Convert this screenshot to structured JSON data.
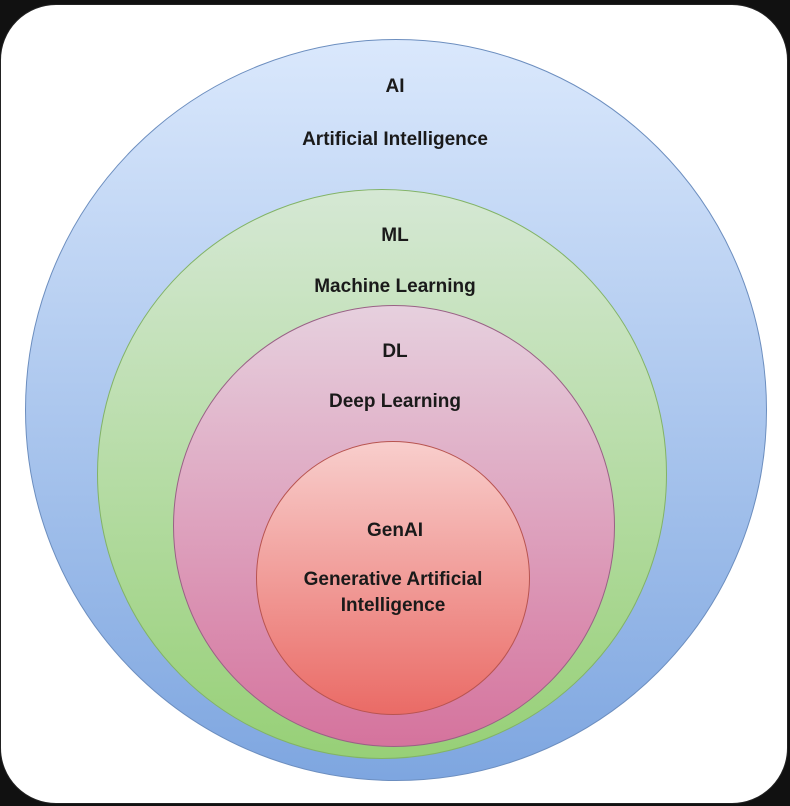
{
  "diagram": {
    "layers": [
      {
        "abbr": "AI",
        "full": "Artificial Intelligence"
      },
      {
        "abbr": "ML",
        "full": "Machine Learning"
      },
      {
        "abbr": "DL",
        "full": "Deep Learning"
      },
      {
        "abbr": "GenAI",
        "full": "Generative Artificial Intelligence"
      }
    ],
    "colors": {
      "ai_fill_top": "#dae8fc",
      "ai_fill_bottom": "#7ea6e0",
      "ml_fill_top": "#d5e8d4",
      "ml_fill_bottom": "#97d077",
      "dl_fill_top": "#e6d0de",
      "dl_fill_bottom": "#d5739d",
      "genai_fill_top": "#f8cecc",
      "genai_fill_bottom": "#ea6b66"
    }
  }
}
